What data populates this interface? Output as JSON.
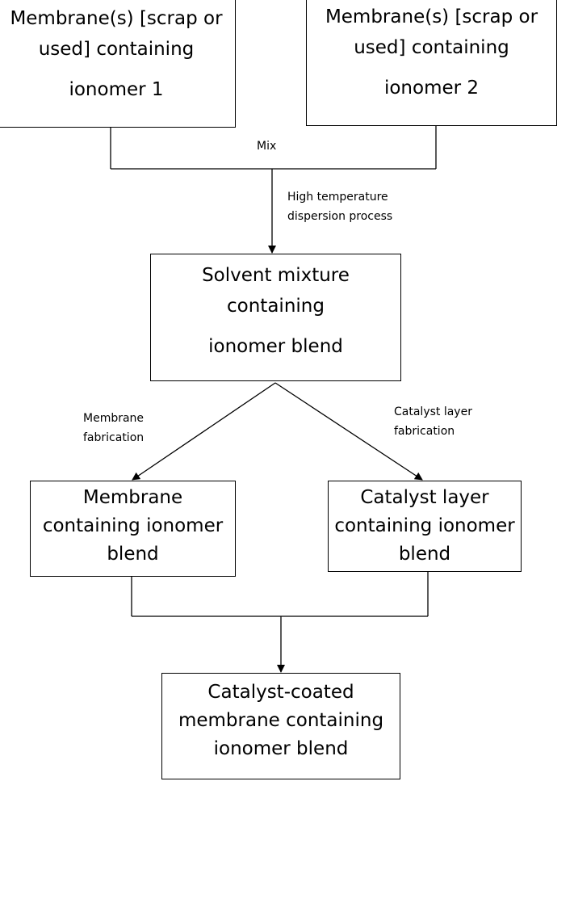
{
  "nodes": {
    "membrane1": {
      "line1": "Membrane(s) [scrap or",
      "line2": "used] containing",
      "line3": "ionomer 1"
    },
    "membrane2": {
      "line1": "Membrane(s) [scrap or",
      "line2": "used] containing",
      "line3": "ionomer 2"
    },
    "solvent": {
      "line1": "Solvent mixture",
      "line2": "containing",
      "line3": "ionomer blend"
    },
    "membrane_blend": {
      "line1": "Membrane",
      "line2": "containing ionomer",
      "line3": "blend"
    },
    "catalyst_layer": {
      "line1": "Catalyst layer",
      "line2": "containing ionomer",
      "line3": "blend"
    },
    "ccm": {
      "line1": "Catalyst-coated",
      "line2": "membrane containing",
      "line3": "ionomer blend"
    }
  },
  "labels": {
    "mix": "Mix",
    "dispersion_line1": "High temperature",
    "dispersion_line2": "dispersion process",
    "membrane_fab_line1": "Membrane",
    "membrane_fab_line2": "fabrication",
    "catalyst_fab_line1": "Catalyst layer",
    "catalyst_fab_line2": "fabrication"
  }
}
